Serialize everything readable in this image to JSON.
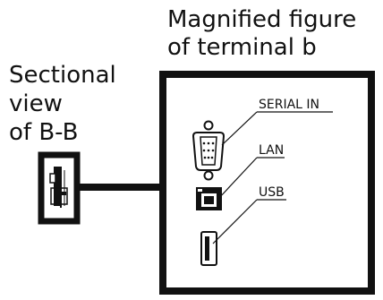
{
  "figure": {
    "title_line1": "Magnified figure",
    "title_line2": "of terminal b",
    "section_line1": "Sectional",
    "section_line2": "view",
    "section_line3": "of B-B"
  },
  "ports": {
    "serial_label": "SERIAL IN",
    "lan_label": "LAN",
    "usb_label": "USB"
  },
  "colors": {
    "ink": "#111111",
    "background": "#ffffff"
  }
}
